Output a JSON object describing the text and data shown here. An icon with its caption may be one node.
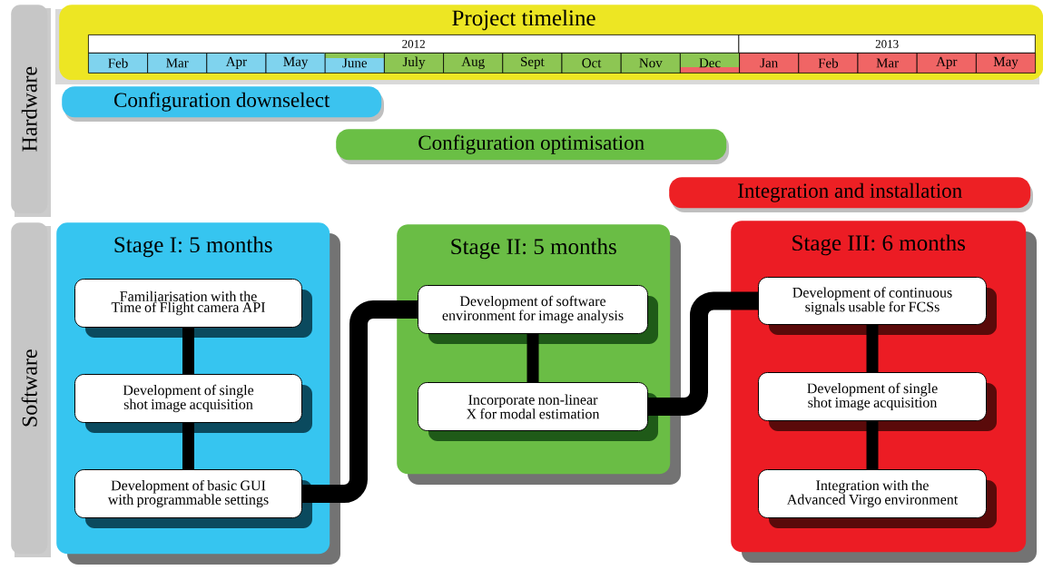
{
  "diagram": {
    "nodes": [
      {
        "text": [
          "Hardware"
        ]
      },
      {
        "text": [
          "Software"
        ]
      },
      {
        "text": [
          "Project timeline"
        ]
      },
      {
        "text": [
          "Configuration downselect"
        ]
      },
      {
        "text": [
          "Configuration optimisation"
        ]
      },
      {
        "text": [
          "Integration and installation"
        ]
      },
      {
        "text": [
          "Stage I: 5 months"
        ]
      },
      {
        "text": [
          "Familiarisation with the Time of Flight camera API"
        ],
        "in": 6
      },
      {
        "text": [
          "Development of single shot image acquisition"
        ],
        "in": 6
      },
      {
        "text": [
          "Development of basic GUI with programmable settings"
        ],
        "in": 6
      },
      {
        "text": [
          "Stage II: 5 months"
        ]
      },
      {
        "text": [
          "Development of software environment for image analysis"
        ],
        "in": 10
      },
      {
        "text": [
          "Incorporate non-linear X for modal estimation"
        ],
        "in": 10
      },
      {
        "text": [
          "Stage III: 6 months"
        ]
      },
      {
        "text": [
          "Development of continuous signals usable for FCSs"
        ],
        "in": 13
      },
      {
        "text": [
          "Development of single shot image acquisition"
        ],
        "in": 13
      },
      {
        "text": [
          "Integration with the Advanced Virgo environment"
        ],
        "in": 13
      }
    ],
    "edges": [
      {
        "from": 7,
        "to": 8,
        "arrow": "none"
      },
      {
        "from": 8,
        "to": 9,
        "arrow": "none"
      },
      {
        "from": 9,
        "to": 11,
        "arrow": "none"
      },
      {
        "from": 11,
        "to": 12,
        "arrow": "none"
      },
      {
        "from": 12,
        "to": 14,
        "arrow": "none"
      },
      {
        "from": 14,
        "to": 15,
        "arrow": "none"
      },
      {
        "from": 15,
        "to": 16,
        "arrow": "none"
      }
    ],
    "labels": [
      "2012",
      "2013",
      "Feb",
      "Mar",
      "Apr",
      "May",
      "June",
      "July",
      "Aug",
      "Sept",
      "Oct",
      "Nov",
      "Dec",
      "Jan",
      "Feb",
      "Mar",
      "Apr",
      "May"
    ]
  }
}
